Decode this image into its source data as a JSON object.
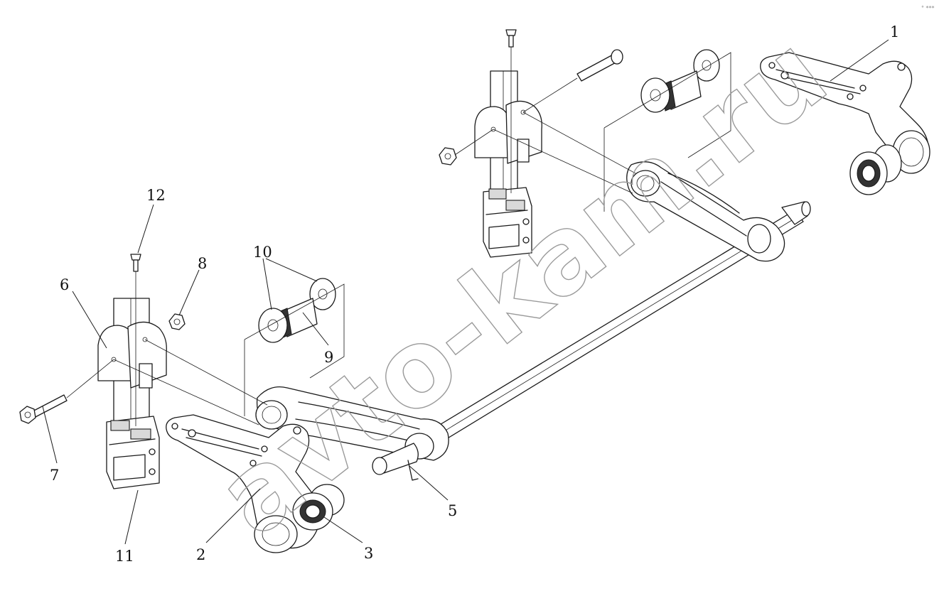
{
  "watermark": "avto-kam.ru",
  "corner_mark": "° ***",
  "callouts": [
    {
      "id": "1",
      "label": "1"
    },
    {
      "id": "2",
      "label": "2"
    },
    {
      "id": "3",
      "label": "3"
    },
    {
      "id": "5",
      "label": "5"
    },
    {
      "id": "6",
      "label": "6"
    },
    {
      "id": "7",
      "label": "7"
    },
    {
      "id": "8",
      "label": "8"
    },
    {
      "id": "9",
      "label": "9"
    },
    {
      "id": "10",
      "label": "10"
    },
    {
      "id": "11",
      "label": "11"
    },
    {
      "id": "12",
      "label": "12"
    }
  ]
}
